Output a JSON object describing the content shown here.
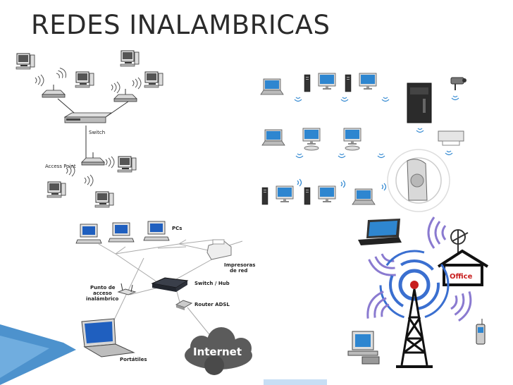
{
  "slide": {
    "title": "REDES INALAMBRICAS"
  },
  "panel_top_left": {
    "switch_label": "Switch",
    "access_point_label": "Access Point"
  },
  "panel_bottom_left": {
    "pcs_label": "PCs",
    "printers_label_1": "Impresoras",
    "printers_label_2": "de red",
    "switch_hub_label": "Switch / Hub",
    "wap_label_1": "Punto de",
    "wap_label_2": "acceso",
    "wap_label_3": "inalámbrico",
    "router_label": "Router ADSL",
    "internet_label": "Internet",
    "laptops_label": "Portátiles"
  },
  "panel_bottom_right": {
    "office_label": "Office"
  },
  "colors": {
    "accent_blue": "#2e86d0",
    "screen_blue": "#1f5fbf",
    "signal_purple": "#8a7ad0",
    "tower_red": "#c81e1e"
  }
}
